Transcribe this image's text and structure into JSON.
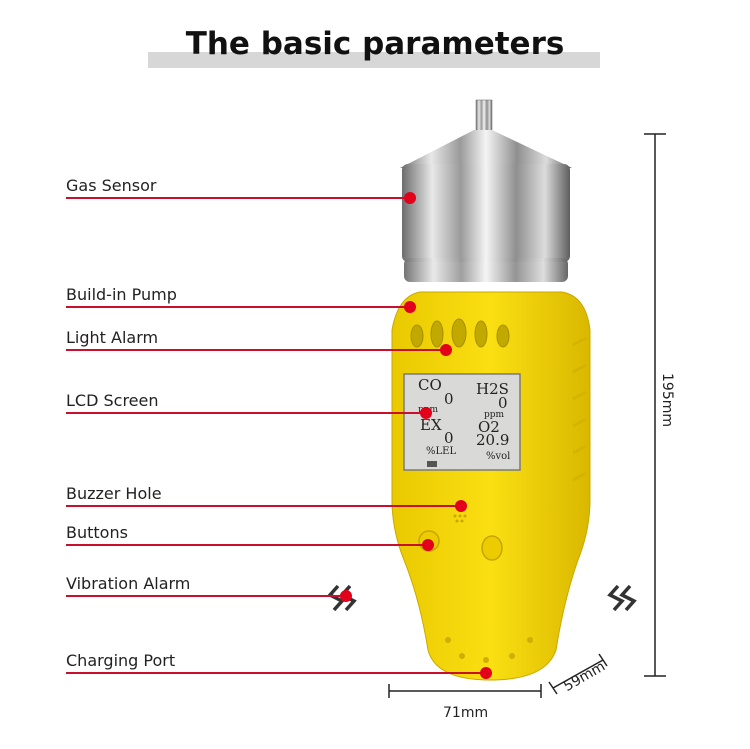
{
  "title": "The basic parameters",
  "labels": {
    "gas_sensor": "Gas Sensor",
    "pump": "Build-in Pump",
    "light_alarm": "Light Alarm",
    "lcd_screen": "LCD Screen",
    "buzzer": "Buzzer Hole",
    "buttons": "Buttons",
    "vibration": "Vibration Alarm",
    "charging": "Charging Port"
  },
  "lcd": {
    "co_label": "CO",
    "co_value": "0",
    "co_unit": "ppm",
    "h2s_label": "H2S",
    "h2s_value": "0",
    "h2s_unit": "ppm",
    "ex_label": "EX",
    "ex_value": "0",
    "ex_unit": "%LEL",
    "o2_label": "O2",
    "o2_value": "20.9",
    "o2_unit": "%vol"
  },
  "dimensions": {
    "height": "195mm",
    "width": "71mm",
    "depth": "59mm"
  },
  "colors": {
    "body_yellow": "#f5d90a",
    "accent_red": "#e3001b",
    "lcd_bg": "#d9dad8"
  }
}
